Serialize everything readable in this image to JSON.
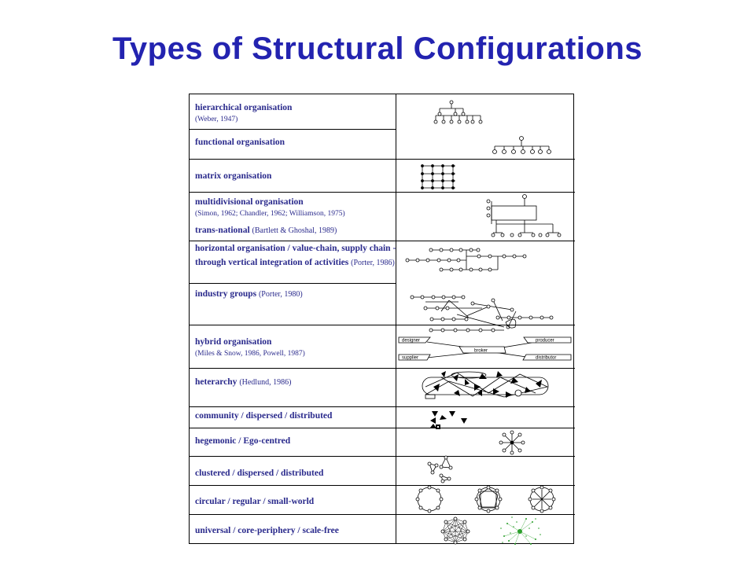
{
  "title": "Types of Structural Configurations",
  "rows": [
    {
      "label": "hierarchical organisation",
      "citation": "(Weber, 1947)"
    },
    {
      "label": "functional organisation"
    },
    {
      "label": "matrix organisation"
    },
    {
      "label": "multidivisional organisation",
      "citation": "(Simon, 1962; Chandler, 1962; Williamson, 1975)",
      "label2": "trans-national",
      "citation2": "(Bartlett & Ghoshal, 1989)"
    },
    {
      "label": "horizontal organisation / value-chain, supply chain - through vertical integration of activities",
      "citation": "(Porter, 1986)"
    },
    {
      "label": "industry groups",
      "citation": "(Porter, 1980)"
    },
    {
      "label": "hybrid organisation",
      "citation": "(Miles & Snow, 1986, Powell, 1987)"
    },
    {
      "label": "heterarchy",
      "citation": "(Hedlund, 1986)"
    },
    {
      "label": "community / dispersed / distributed"
    },
    {
      "label": "hegemonic / Ego-centred"
    },
    {
      "label": "clustered / dispersed / distributed"
    },
    {
      "label": "circular / regular / small-world"
    },
    {
      "label": "universal / core-periphery / scale-free"
    }
  ],
  "hybrid_nodes": {
    "designer": "designer",
    "producer": "producer",
    "broker": "broker",
    "supplier": "supplier",
    "distributor": "distributor"
  }
}
